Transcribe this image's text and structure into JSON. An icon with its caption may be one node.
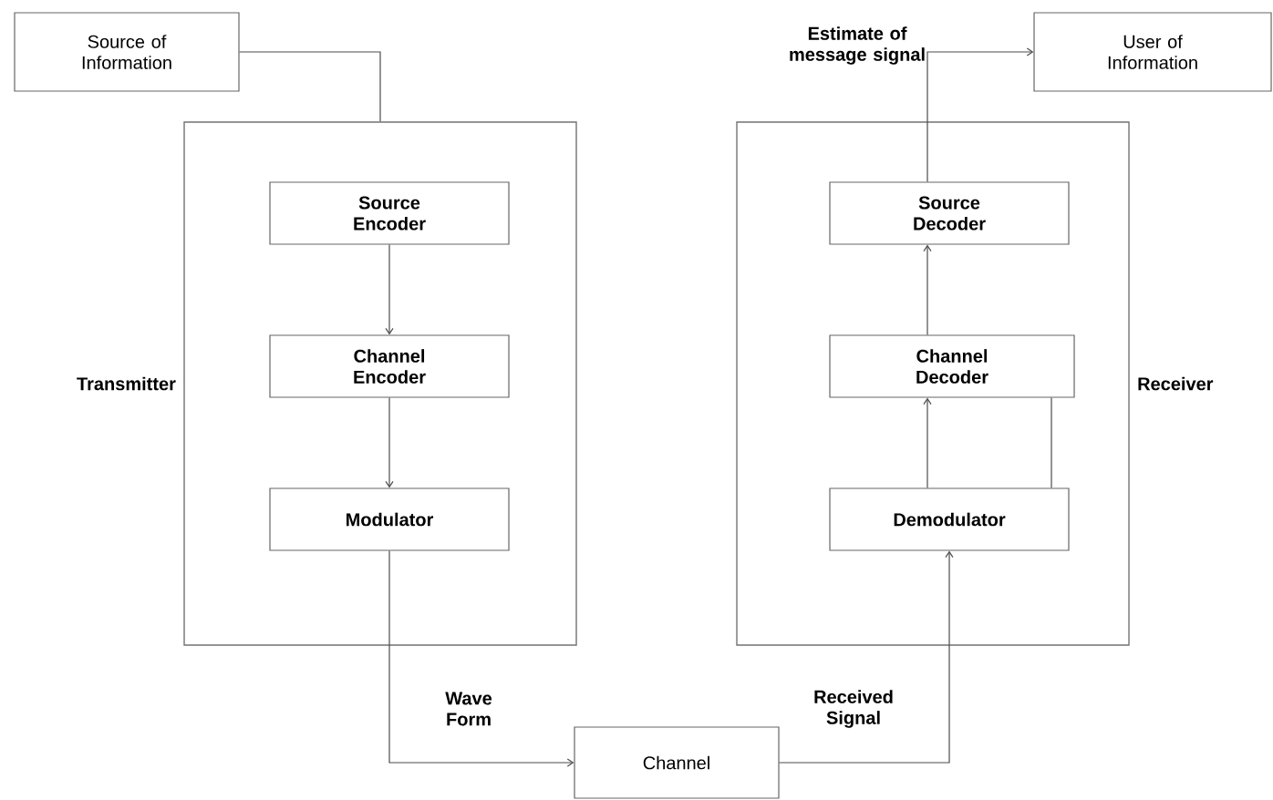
{
  "diagram": {
    "nodes": [
      {
        "text": [
          "Source of Information"
        ]
      },
      {
        "text": [
          "Transmitter"
        ]
      },
      {
        "text": [
          "Source Encoder"
        ],
        "in": 1
      },
      {
        "text": [
          "Channel Encoder"
        ],
        "in": 1
      },
      {
        "text": [
          "Modulator"
        ],
        "in": 1
      },
      {
        "text": [
          "Receiver"
        ]
      },
      {
        "text": [
          "Source Decoder"
        ],
        "in": 5
      },
      {
        "text": [
          "Channel Decoder"
        ],
        "in": 5
      },
      {
        "text": [
          "Demodulator"
        ],
        "in": 5
      },
      {
        "text": [
          "Channel"
        ]
      },
      {
        "text": [
          "User of Information"
        ]
      }
    ],
    "edges": [
      {
        "from": 0,
        "to": 1,
        "arrow": "none"
      },
      {
        "from": 2,
        "to": 3,
        "arrow": "to"
      },
      {
        "from": 3,
        "to": 4,
        "arrow": "to"
      },
      {
        "from": 4,
        "to": 9,
        "arrow": "to",
        "label": "Wave Form"
      },
      {
        "from": 9,
        "to": 8,
        "arrow": "to",
        "label": "Received Signal"
      },
      {
        "from": 8,
        "to": 7,
        "arrow": "to"
      },
      {
        "from": 8,
        "to": 7,
        "arrow": "none"
      },
      {
        "from": 7,
        "to": 6,
        "arrow": "to"
      },
      {
        "from": 6,
        "to": 10,
        "arrow": "to",
        "label": "Estimate of message signal"
      }
    ]
  }
}
